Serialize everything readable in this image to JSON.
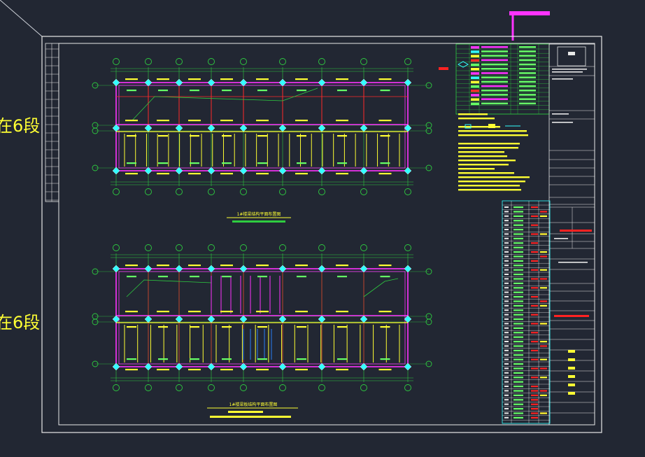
{
  "side_labels": [
    "在6段",
    "在6段"
  ],
  "plan_titles": [
    {
      "title": "1#楼梁结构平面布置图"
    },
    {
      "title": "1#楼梁板结构平面布置图"
    }
  ],
  "colors": {
    "background": "#222733",
    "frame": "#ffffff",
    "axis": "#2ecc40",
    "beam_magenta": "#ff33ff",
    "beam_yellow": "#ffff33",
    "beam_red": "#ff2a2a",
    "column_cyan": "#33ffff",
    "leader_magenta": "#ff33ff",
    "label_green": "#66ff66",
    "title_block_red": "#ff2222"
  }
}
